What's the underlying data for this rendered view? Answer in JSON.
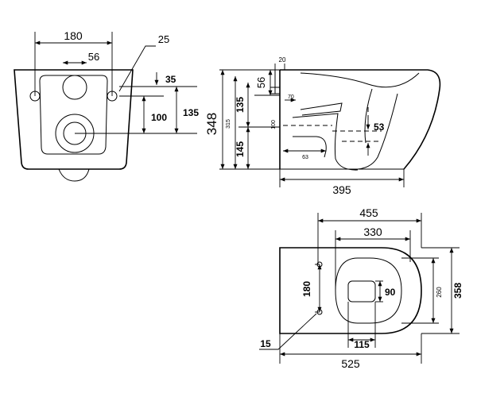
{
  "front_view": {
    "dims": {
      "hole_spacing": "180",
      "hole_dia": "25",
      "top_hole_dia": "56",
      "gap_35": "35",
      "d100": "100",
      "d135": "135"
    }
  },
  "side_view": {
    "dims": {
      "d20": "20",
      "d56": "56",
      "d135": "135",
      "d348": "348",
      "d315": "315",
      "d145": "145",
      "d70": "70",
      "d100": "100",
      "d63": "63",
      "d53": "53",
      "d395": "395"
    }
  },
  "top_view": {
    "dims": {
      "d455": "455",
      "d330": "330",
      "d180": "180",
      "d90": "90",
      "d260": "260",
      "d358": "358",
      "d115": "115",
      "d15": "15",
      "d525": "525"
    }
  }
}
